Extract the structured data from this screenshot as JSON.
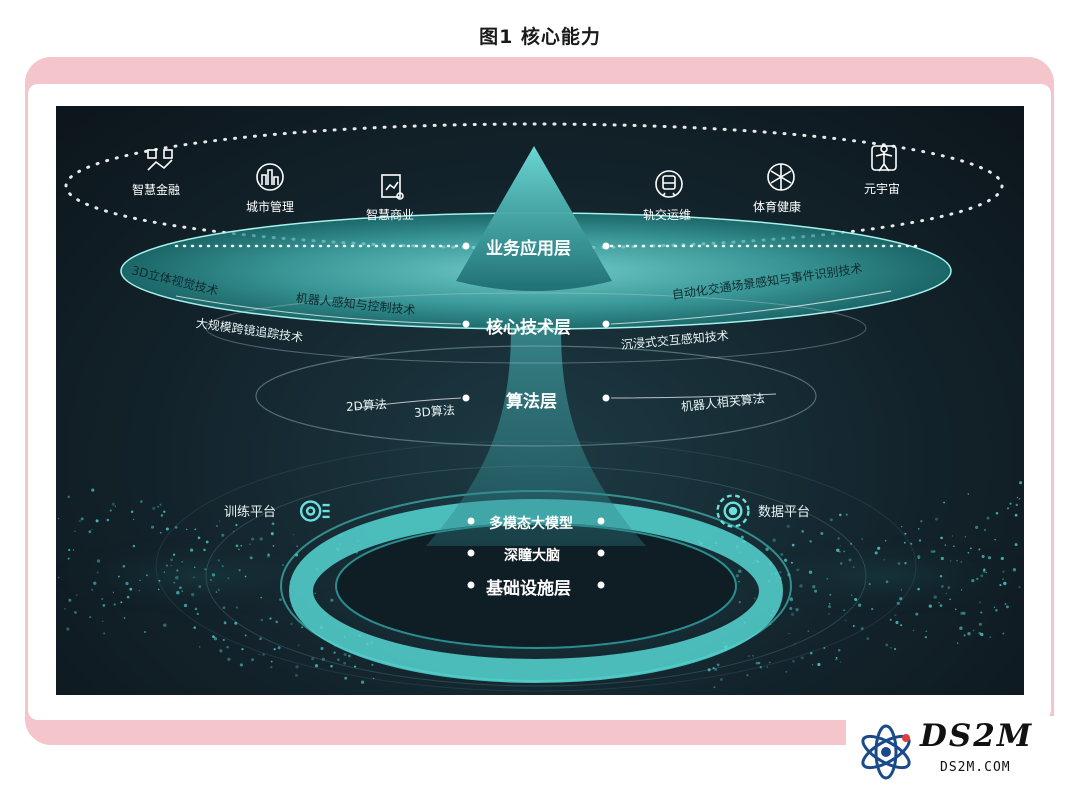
{
  "title": "图1  核心能力",
  "layers": {
    "business": "业务应用层",
    "core_tech": "核心技术层",
    "algorithm": "算法层",
    "foundation": "基础设施层"
  },
  "applications": [
    {
      "label": "智慧金融",
      "icon": "finance-icon"
    },
    {
      "label": "城市管理",
      "icon": "city-icon"
    },
    {
      "label": "智慧商业",
      "icon": "commerce-icon"
    },
    {
      "label": "轨交运维",
      "icon": "rail-icon"
    },
    {
      "label": "体育健康",
      "icon": "sports-icon"
    },
    {
      "label": "元宇宙",
      "icon": "metaverse-icon"
    }
  ],
  "core_tech": {
    "items": [
      "3D立体视觉技术",
      "机器人感知与控制技术",
      "大规模跨镜追踪技术",
      "自动化交通场景感知与事件识别技术",
      "沉浸式交互感知技术"
    ]
  },
  "algorithms": [
    "2D算法",
    "3D算法",
    "机器人相关算法"
  ],
  "platforms": {
    "training": "训练平台",
    "data": "数据平台"
  },
  "foundation_items": [
    "多模态大模型",
    "深瞳大脑"
  ],
  "watermark": {
    "main": "DS2M",
    "sub": "DS2M.COM"
  },
  "colors": {
    "accent": "#4fd0cf",
    "panel_bg": "#13232b",
    "frame": "#f4c6cb"
  }
}
